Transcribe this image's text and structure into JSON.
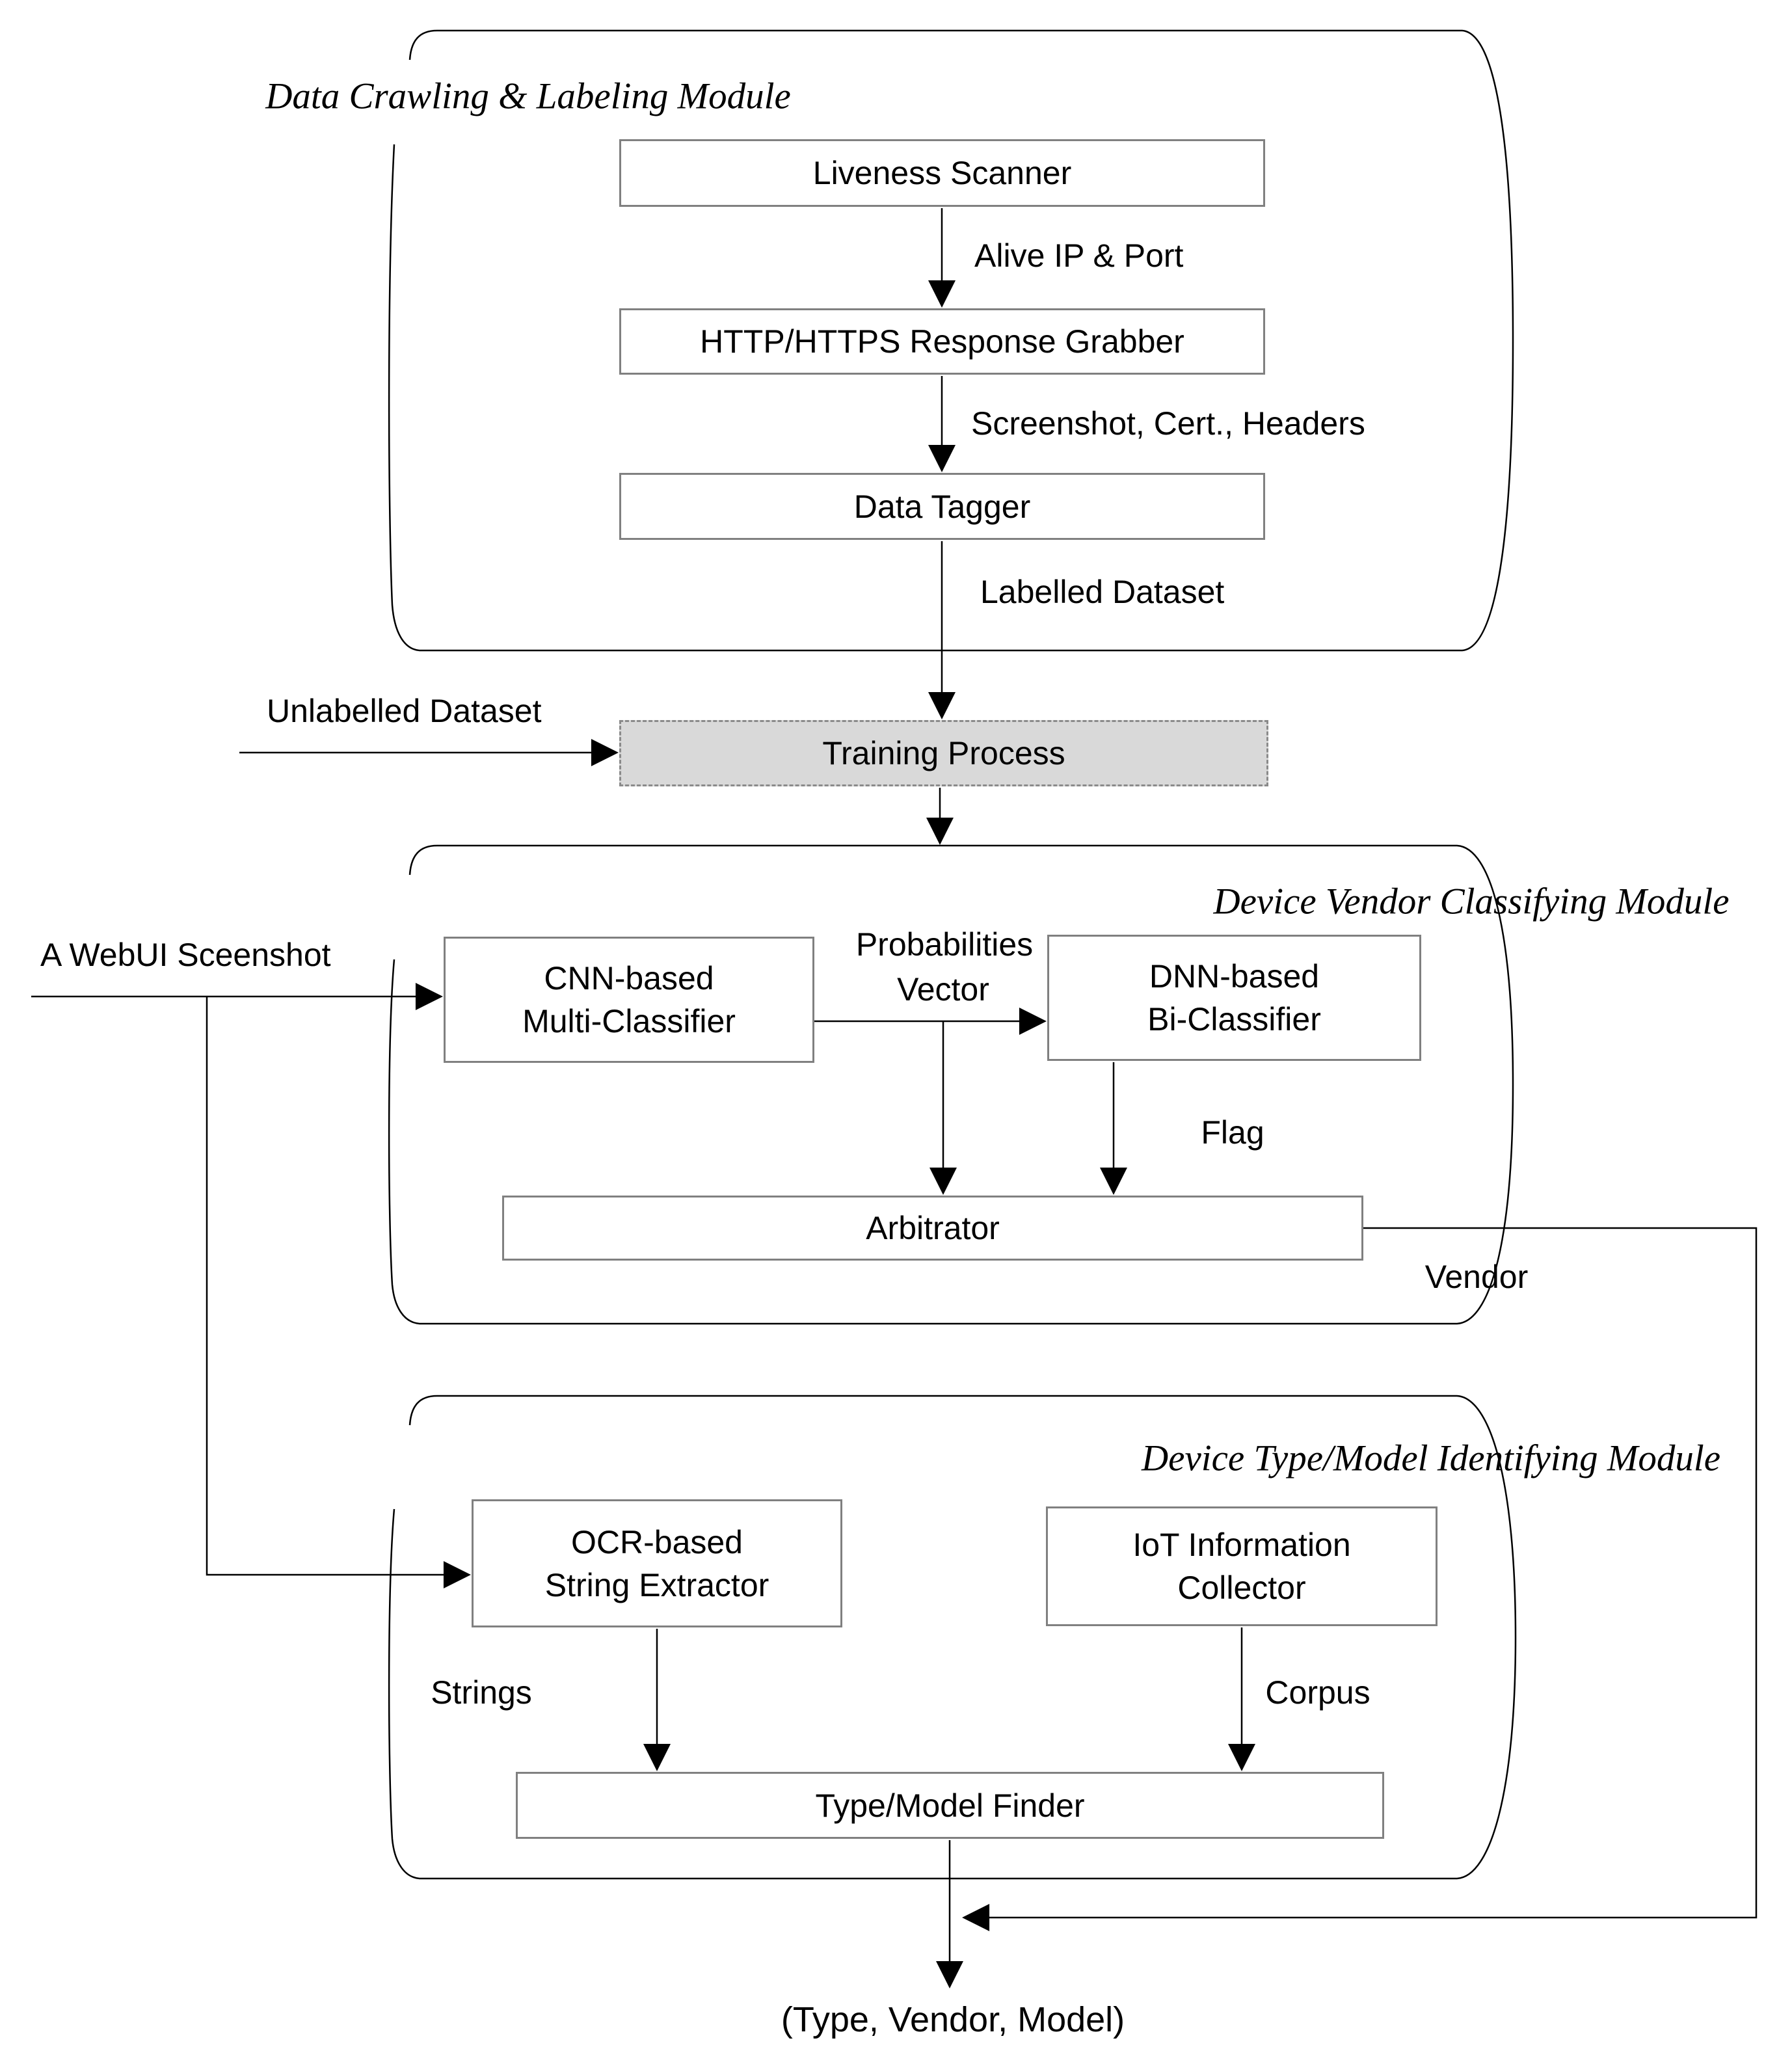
{
  "diagram": {
    "modules": {
      "crawling": {
        "title": "Data Crawling & Labeling Module"
      },
      "vendor": {
        "title": "Device Vendor Classifying Module"
      },
      "typemodel": {
        "title": "Device Type/Model Identifying Module"
      }
    },
    "boxes": {
      "liveness_scanner": "Liveness Scanner",
      "response_grabber": "HTTP/HTTPS Response Grabber",
      "data_tagger": "Data Tagger",
      "training_process": "Training Process",
      "cnn": [
        "CNN-based",
        "Multi-Classifier"
      ],
      "dnn": [
        "DNN-based",
        "Bi-Classifier"
      ],
      "arbitrator": "Arbitrator",
      "ocr": [
        "OCR-based",
        "String Extractor"
      ],
      "iot": [
        "IoT Information",
        "Collector"
      ],
      "finder": "Type/Model Finder"
    },
    "labels": {
      "alive_ip_port": "Alive IP & Port",
      "screenshot_cert_headers": "Screenshot, Cert., Headers",
      "labelled_dataset": "Labelled Dataset",
      "unlabelled_dataset": "Unlabelled Dataset",
      "webui_screenshot": "A WebUI Sceenshot",
      "probabilities": "Probabilities",
      "vector": "Vector",
      "flag": "Flag",
      "vendor": "Vendor",
      "strings": "Strings",
      "corpus": "Corpus",
      "final_output": "(Type, Vendor, Model)"
    },
    "colors": {
      "line": "#000000",
      "box_border": "#808080",
      "training_fill": "#d9d9d9",
      "background": "#ffffff"
    }
  }
}
